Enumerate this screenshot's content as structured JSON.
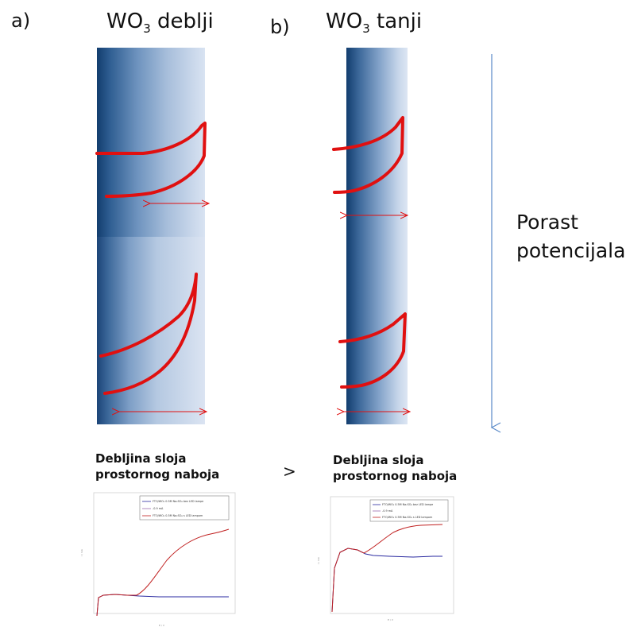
{
  "panel_a": {
    "label": "a)",
    "title_main": "WO",
    "title_sub": "3",
    "title_rest": " deblji",
    "caption_line1": "Debljina sloja",
    "caption_line2": "prostornog naboja",
    "plot_legend": [
      "FTO/WO₃ 0.5M Na₂SO₄ bez LED lampe",
      "-0.9 mA",
      "FTO/WO₃ 0.5M Na₂SO₄ s LED lampom"
    ],
    "plot_ylabel": "I / mA",
    "plot_xlabel": "E / V"
  },
  "panel_b": {
    "label": "b)",
    "title_main": "WO",
    "title_sub": "3",
    "title_rest": " tanji",
    "caption_line1": "Debljina sloja",
    "caption_line2": "prostornog naboja",
    "plot_legend": [
      "FTO/WO₃ 0.5M Na₂SO₄ bez LED lampe",
      "-0.9 mA",
      "FTO/WO₃ 0.5M Na₂SO₄ s LED lampom"
    ],
    "plot_ylabel": "I / mA",
    "plot_xlabel": "E / V"
  },
  "comparison_symbol": ">",
  "arrow_label_line1": "Porast",
  "arrow_label_line2": "potencijala",
  "colors": {
    "film_dark": "#123d6e",
    "film_light": "#dde6f3",
    "curve": "#e01010",
    "arrow": "#5b8ac8",
    "dark_series": "#2a2aa0",
    "light_series": "#c02020"
  }
}
